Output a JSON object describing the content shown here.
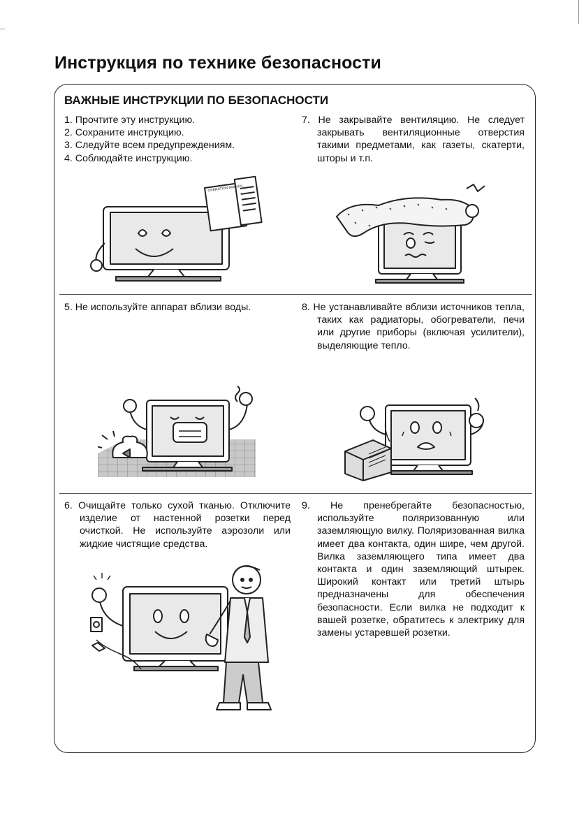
{
  "page": {
    "title": "Инструкция по технике безопасности",
    "section_title": "ВАЖНЫЕ ИНСТРУКЦИИ ПО БЕЗОПАСНОСТИ"
  },
  "instructions": {
    "i1": "1. Прочтите эту инструкцию.",
    "i2": "2. Сохраните инструкцию.",
    "i3": "3. Следуйте всем предупреждениям.",
    "i4": "4. Соблюдайте инструкцию.",
    "i5": "5. Не используйте аппарат вблизи воды.",
    "i6": "6. Очищайте только сухой тканью. Отключите изделие от настенной розетки перед очисткой. Не используйте аэрозоли или жидкие чистящие средства.",
    "i7": "7. Не закрывайте вентиляцию. Не следует закрывать вентиляционные отверстия такими предметами, как газеты, скатерти, шторы и т.п.",
    "i8": "8. Не устанавливайте вблизи источников тепла, таких как радиаторы, обогреватели, печи или другие приборы (включая усилители), выделяющие тепло.",
    "i9": "9. Не пренебрегайте безопасностью, используйте поляризованную или заземляющую вилку. Поляризованная вилка имеет два контакта, один шире, чем другой. Вилка заземляющего типа имеет два контакта и один заземляющий штырек. Широкий контакт или третий штырь предназначены для обеспечения безопасности. Если вилка не подходит к вашей розетке, обратитесь к электрику для замены устаревшей розетки."
  },
  "figures": {
    "book_label": "OPERATION MANUAL",
    "tv_reading": "tv-reading-manual-illustration",
    "tv_covered": "tv-covered-vents-illustration",
    "tv_water": "tv-near-water-illustration",
    "tv_heat": "tv-near-heater-illustration",
    "tv_cleaning": "tv-cleaning-illustration"
  }
}
